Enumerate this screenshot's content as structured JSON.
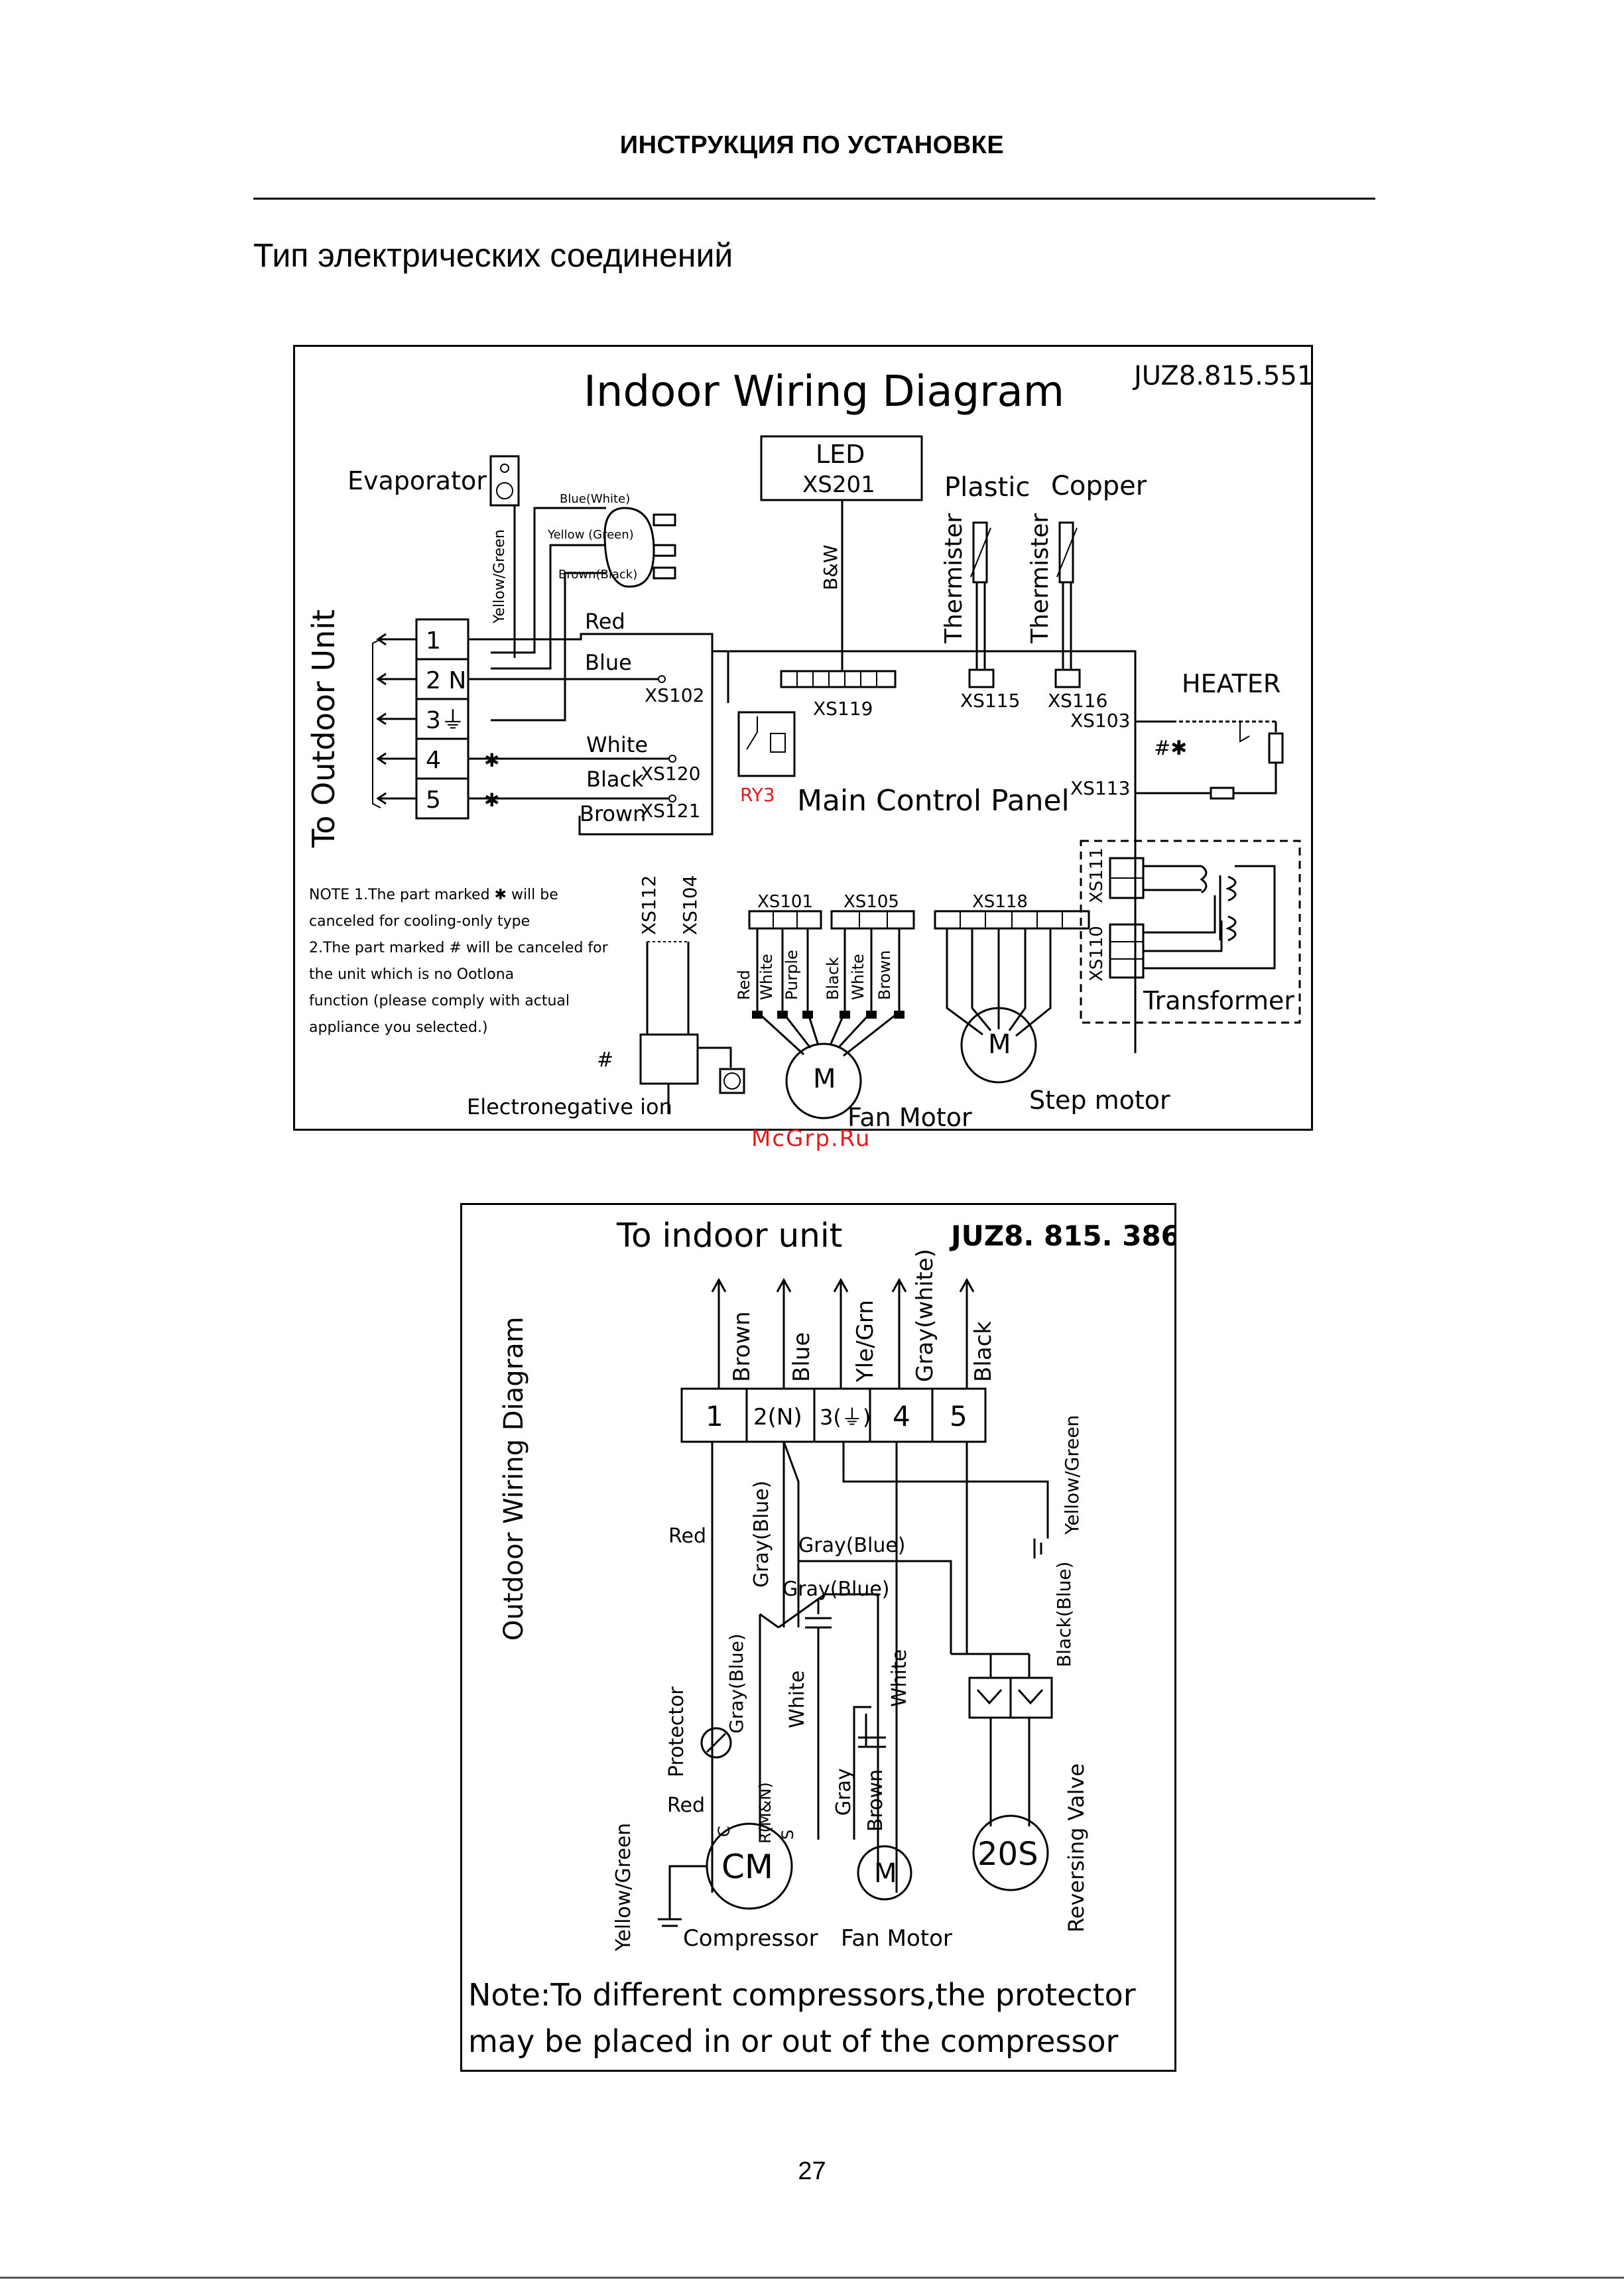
{
  "header": "ИНСТРУКЦИЯ ПО УСТАНОВКЕ",
  "section_title": "Тип электрических соединений",
  "watermark": "McGrp.Ru",
  "page_number": "27",
  "indoor": {
    "title": "Indoor Wiring Diagram",
    "code": "JUZ8.815.551",
    "evaporator": "Evaporator",
    "to_outdoor": "To Outdoor Unit",
    "led": "LED",
    "xs201": "XS201",
    "plastic": "Plastic",
    "copper": "Copper",
    "thermister1": "Thermister",
    "thermister2": "Thermister",
    "bw": "B&W",
    "heater": "HEATER",
    "main_panel": "Main Control Panel",
    "ry3": "RY3",
    "transformer": "Transformer",
    "step_motor": "Step motor",
    "fan_motor": "Fan Motor",
    "ion": "Electronegative ion",
    "yellow_green": "Yellow/Green",
    "blue_white": "Blue(White)",
    "yellow_green2": "Yellow (Green)",
    "brown_black": "Brown(Black)",
    "red": "Red",
    "blue": "Blue",
    "white": "White",
    "black": "Black",
    "brown": "Brown",
    "terminals": [
      "1",
      "2 N",
      "3⏚",
      "4",
      "5"
    ],
    "star": "✱",
    "hash_star": "#✱",
    "hash": "#",
    "xs102": "XS102",
    "xs120": "XS120",
    "xs121": "XS121",
    "xs119": "XS119",
    "xs115": "XS115",
    "xs116": "XS116",
    "xs103": "XS103",
    "xs113": "XS113",
    "xs112": "XS112",
    "xs104": "XS104",
    "xs101": "XS101",
    "xs105": "XS105",
    "xs118": "XS118",
    "xs111": "XS111",
    "xs110": "XS110",
    "m": "M",
    "fan_wires": [
      "Red",
      "White",
      "Purple",
      "Black",
      "White",
      "Brown"
    ],
    "note": [
      "NOTE 1.The part marked ✱ will be",
      "canceled for cooling-only type",
      "2.The part marked # will be canceled for",
      "the unit which is no Ootlona",
      "function (please comply with actual",
      "appliance you selected.)"
    ]
  },
  "outdoor": {
    "title": "To indoor unit",
    "code": "JUZ8. 815. 386",
    "side_title": "Outdoor Wiring Diagram",
    "wire_labels": [
      "Brown",
      "Blue",
      "Yle/Grn",
      "Gray(white)",
      "Black"
    ],
    "terminals": [
      "1",
      "2(N)",
      "3(⏚)",
      "4",
      "5"
    ],
    "yellow_green_r": "Yellow/Green",
    "red": "Red",
    "gray_blue1": "Gray(Blue)",
    "gray_blue2": "Gray(Blue)",
    "gray_blue3": "Gray(Blue)",
    "gray_blue4": "Gray(Blue)",
    "black_blue": "Black(Blue)",
    "white1": "White",
    "white2": "White",
    "protector": "Protector",
    "red2": "Red",
    "c": "C",
    "rmn": "R(M&N)",
    "s": "S",
    "gray": "Gray",
    "brown": "Brown",
    "cm": "CM",
    "m": "M",
    "s20": "20S",
    "reversing_valve": "Reversing Valve",
    "yellow_green_l": "Yellow/Green",
    "compressor": "Compressor",
    "fan_motor": "Fan Motor",
    "note1": "Note:To different compressors,the protector",
    "note2": "may be placed in or out of the compressor"
  }
}
